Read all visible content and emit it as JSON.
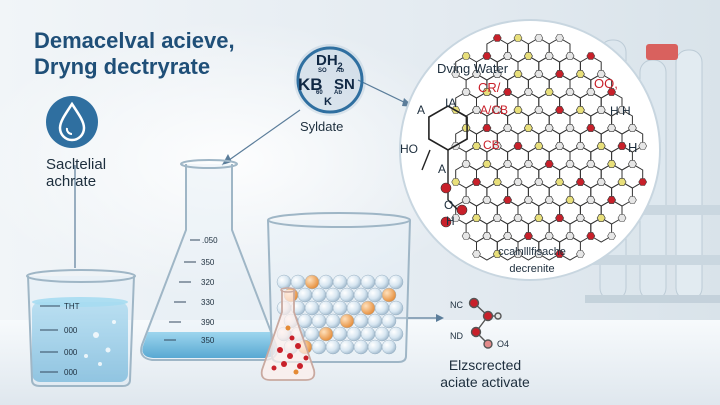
{
  "title": {
    "line1": "Demacelval acieve,",
    "line2": "Dryng dectryrate"
  },
  "left_label": {
    "line1": "Sacltelial",
    "line2": "achrate"
  },
  "badge": {
    "line1": "DH",
    "sub1": "2",
    "line2": "KB",
    "line2b": "SN",
    "line3": "K",
    "tiny1": "SO",
    "tiny2": "Ab",
    "tiny3": "60",
    "tiny4": "Ab"
  },
  "badge_caption": "Syldate",
  "zoom_circle": {
    "header": "Dving Water",
    "labels": [
      "CR/",
      "A/CB",
      "CB",
      "A",
      "IA",
      "H",
      "HO",
      "A",
      "O",
      "H",
      "OO,",
      "H",
      "H"
    ],
    "caption_line1": "ccalnlllfisache",
    "caption_line2": "decrenite"
  },
  "flask_ticks": [
    ".050",
    "350",
    "320",
    "330",
    "390",
    "350"
  ],
  "beaker_ticks": [
    "THT",
    "000",
    "000",
    "000"
  ],
  "small_molecule": {
    "labels": [
      "NC",
      "ND",
      "O4"
    ]
  },
  "bottom_right": {
    "line1": "Elzscrected",
    "line2": "aciate activate"
  },
  "colors": {
    "title": "#1f4f78",
    "accent_blue": "#2f6fa0",
    "liquid": "#5fb4da",
    "hex_red": "#c8202a",
    "hex_yellow": "#e8df7a"
  }
}
